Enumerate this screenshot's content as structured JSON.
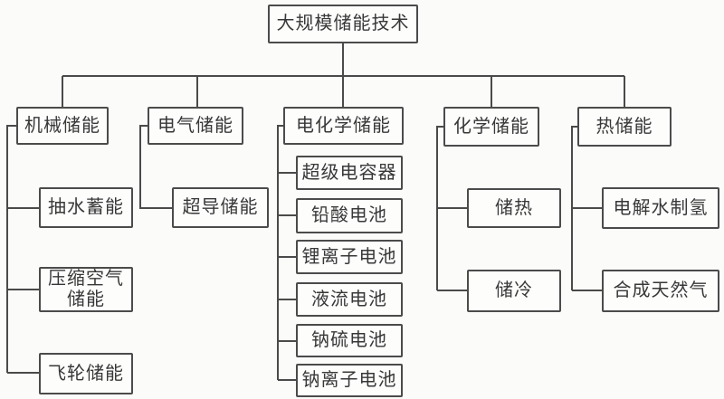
{
  "diagram": {
    "title": "大规模储能技术",
    "root": {
      "label": "大规模储能技术"
    },
    "branches": [
      {
        "label": "机械储能",
        "children": [
          "抽水蓄能",
          "压缩空气\n储能",
          "飞轮储能"
        ]
      },
      {
        "label": "电气储能",
        "children": [
          "超导储能"
        ]
      },
      {
        "label": "电化学储能",
        "children": [
          "超级电容器",
          "铅酸电池",
          "锂离子电池",
          "液流电池",
          "钠硫电池",
          "钠离子电池"
        ]
      },
      {
        "label": "化学储能",
        "children": [
          "储热",
          "储冷"
        ]
      },
      {
        "label": "热储能",
        "children": [
          "电解水制氢",
          "合成天然气"
        ]
      }
    ],
    "colors": {
      "background": "#fbfbf9",
      "box_border": "#4b4b4b",
      "connector": "#4a4a4a",
      "text": "#383838"
    }
  }
}
